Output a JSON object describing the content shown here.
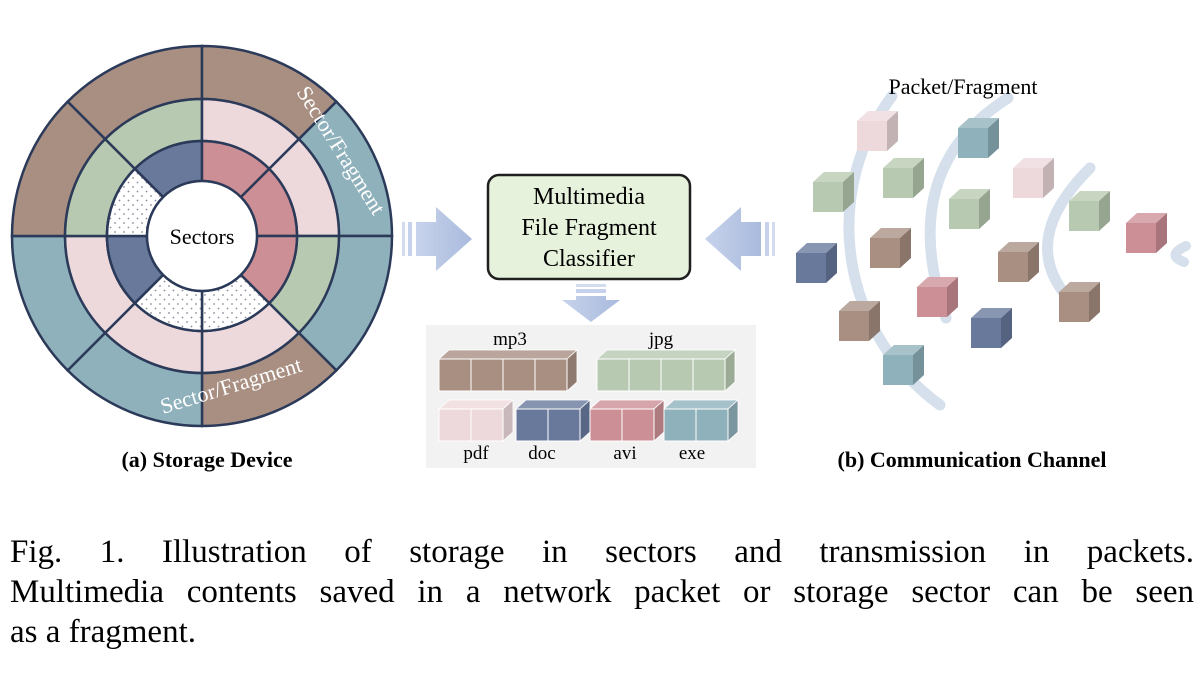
{
  "storage": {
    "center_label": "Sectors",
    "fragment_label_top": "Sector/Fragment",
    "fragment_label_bottom": "Sector/Fragment",
    "caption": "(a) Storage Device"
  },
  "classifier": {
    "lines": [
      "Multimedia",
      "File Fragment",
      "Classifier"
    ]
  },
  "outputs": {
    "mp3": "mp3",
    "jpg": "jpg",
    "pdf": "pdf",
    "doc": "doc",
    "avi": "avi",
    "exe": "exe"
  },
  "channel": {
    "packet_label": "Packet/Fragment",
    "caption": "(b) Communication Channel"
  },
  "figure_caption": {
    "line1": "Fig. 1.  Illustration of storage in sectors and transmission in packets.",
    "line2": "Multimedia contents saved in a network packet or storage sector can be seen",
    "line3": "as a fragment."
  },
  "colors": {
    "brown": "#a88f82",
    "teal": "#8fb1bb",
    "green": "#b7c9b0",
    "pink": "#edd9dc",
    "rose": "#cc8f96",
    "navy": "#68799c",
    "border": "#2c3a59",
    "classifier_fill": "#e7f2dc",
    "arrow": "#aebedd",
    "wave": "#d5e0ec"
  }
}
